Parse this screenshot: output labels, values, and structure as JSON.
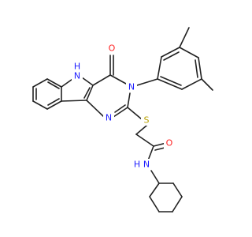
{
  "structure": {
    "atom_labels": {
      "NH_indole": "N",
      "NH_indole_h": "H",
      "O_carbonyl_ring": "O",
      "N3": "N",
      "N1": "N",
      "S": "S",
      "O_amide": "O",
      "NH_amide_h": "H",
      "NH_amide_n": "N"
    }
  },
  "colors": {
    "N": "#1c1cff",
    "O": "#ff2020",
    "S": "#b8a000",
    "bond": "#222222"
  }
}
